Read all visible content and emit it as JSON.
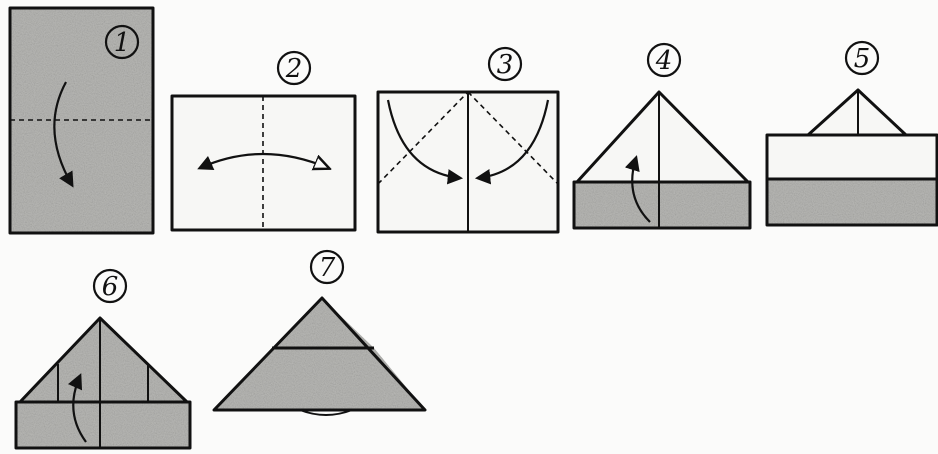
{
  "colors": {
    "background": "#fbfbfa",
    "paper_gray": "#b9b9b6",
    "paper_white": "#f7f7f5",
    "ink": "#111111"
  },
  "steps": [
    {
      "label": "1"
    },
    {
      "label": "2"
    },
    {
      "label": "3"
    },
    {
      "label": "4"
    },
    {
      "label": "5"
    },
    {
      "label": "6"
    },
    {
      "label": "7"
    }
  ]
}
